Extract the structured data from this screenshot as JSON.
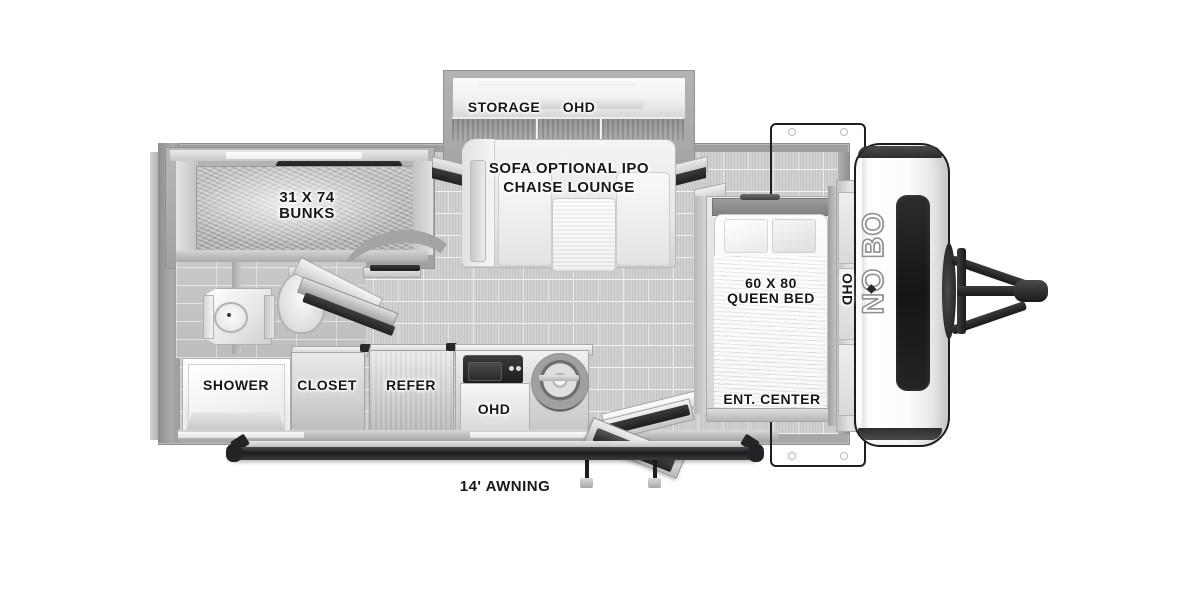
{
  "diagram": {
    "type": "rv-floorplan",
    "brand": "NO BO",
    "background_color": "#ffffff",
    "ink_color": "#17181a",
    "wall_color": "#a9aaab",
    "floor_color": "#cfd0d1"
  },
  "labels": {
    "bunks": "31 X 74\nBUNKS",
    "storage": "STORAGE",
    "ohd_slide": "OHD",
    "sofa": "SOFA OPTIONAL IPO\nCHAISE LOUNGE",
    "shower": "SHOWER",
    "closet": "CLOSET",
    "refer": "REFER",
    "ohd_kitchen": "OHD",
    "queen_bed": "60 X 80\nQUEEN BED",
    "ent_center": "ENT. CENTER",
    "ohd_bedroom": "OHD",
    "awning": "14' AWNING",
    "brand_logo": "NO BO"
  },
  "rooms": [
    {
      "name": "bunk-room",
      "label": "31 X 74 BUNKS",
      "position": "rear-upper-left",
      "slide_out": true
    },
    {
      "name": "bathroom",
      "label": "",
      "position": "rear-lower-left",
      "fixtures": [
        "sink",
        "toilet",
        "shower"
      ]
    },
    {
      "name": "shower",
      "label": "SHOWER",
      "position": "rear-lower-left"
    },
    {
      "name": "closet",
      "label": "CLOSET",
      "position": "lower-left"
    },
    {
      "name": "refrigerator",
      "label": "REFER",
      "position": "lower-left-center"
    },
    {
      "name": "kitchen",
      "label": "OHD",
      "position": "lower-center",
      "fixtures": [
        "microwave",
        "cooktop",
        "sink"
      ]
    },
    {
      "name": "living-room",
      "label": "SOFA OPTIONAL IPO CHAISE LOUNGE",
      "position": "upper-center",
      "slide_out": true
    },
    {
      "name": "overhead-storage",
      "label": "STORAGE / OHD",
      "position": "upper-center"
    },
    {
      "name": "bedroom",
      "label": "60 X 80 QUEEN BED",
      "position": "front",
      "slide_out": true
    },
    {
      "name": "entertainment-center",
      "label": "ENT. CENTER",
      "position": "front-lower"
    },
    {
      "name": "bedroom-overhead",
      "label": "OHD",
      "position": "front-right"
    }
  ],
  "exterior": {
    "awning_size": "14' AWNING",
    "entry_door": "entry-door-with-steps",
    "hitch": "a-frame-hitch",
    "front_cap": "fiberglass-front-cap"
  }
}
